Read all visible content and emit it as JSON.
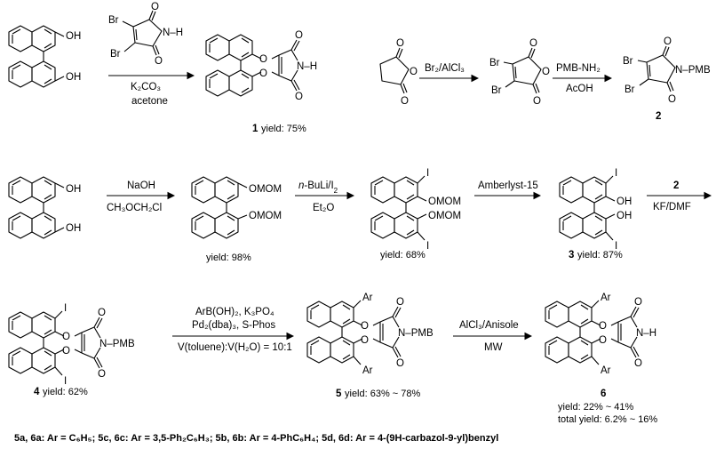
{
  "compounds": {
    "c1": {
      "id": "1",
      "caption": "yield: 75%"
    },
    "c2": {
      "id": "2"
    },
    "c3": {
      "id": "3",
      "caption": "yield: 87%"
    },
    "c4": {
      "id": "4",
      "caption": "yield: 62%"
    },
    "c5": {
      "id": "5",
      "caption": "yield: 63% ~ 78%"
    },
    "c6": {
      "id": "6",
      "caption": "yield: 22% ~ 41%",
      "caption2": "total yield: 6.2% ~ 16%"
    },
    "mom": {
      "caption": "yield: 98%"
    },
    "iodomom": {
      "caption": "yield: 68%"
    }
  },
  "atoms": {
    "oh": "OH",
    "o": "O",
    "br": "Br",
    "n": "N",
    "nh": "N–H",
    "npmb": "N–PMB",
    "h": "H",
    "i": "I",
    "omom": "OMOM",
    "ar": "Ar"
  },
  "reagents": {
    "r1": {
      "below1": "K₂CO₃",
      "below2": "acetone"
    },
    "r2": {
      "above": "Br₂/AlCl₃"
    },
    "r3": {
      "above": "PMB-NH₂",
      "below": "AcOH"
    },
    "r4": {
      "above": "NaOH",
      "below": "CH₃OCH₂Cl"
    },
    "r5": {
      "above": "n-BuLi/I₂",
      "below": "Et₂O"
    },
    "r6": {
      "above": "Amberlyst-15"
    },
    "r7": {
      "above": "2",
      "below": "KF/DMF"
    },
    "r8": {
      "l1": "ArB(OH)₂, K₃PO₄",
      "l2": "Pd₂(dba)₃, S-Phos",
      "l3": "V(toluene):V(H₂O) = 10:1"
    },
    "r9": {
      "above": "AlCl₃/Anisole",
      "below": "MW"
    }
  },
  "footnote": "5a, 6a: Ar = C₆H₅; 5c, 6c: Ar = 3,5-Ph₂C₆H₃; 5b, 6b: Ar = 4-PhC₆H₄; 5d, 6d: Ar = 4-(9H-carbazol-9-yl)benzyl"
}
